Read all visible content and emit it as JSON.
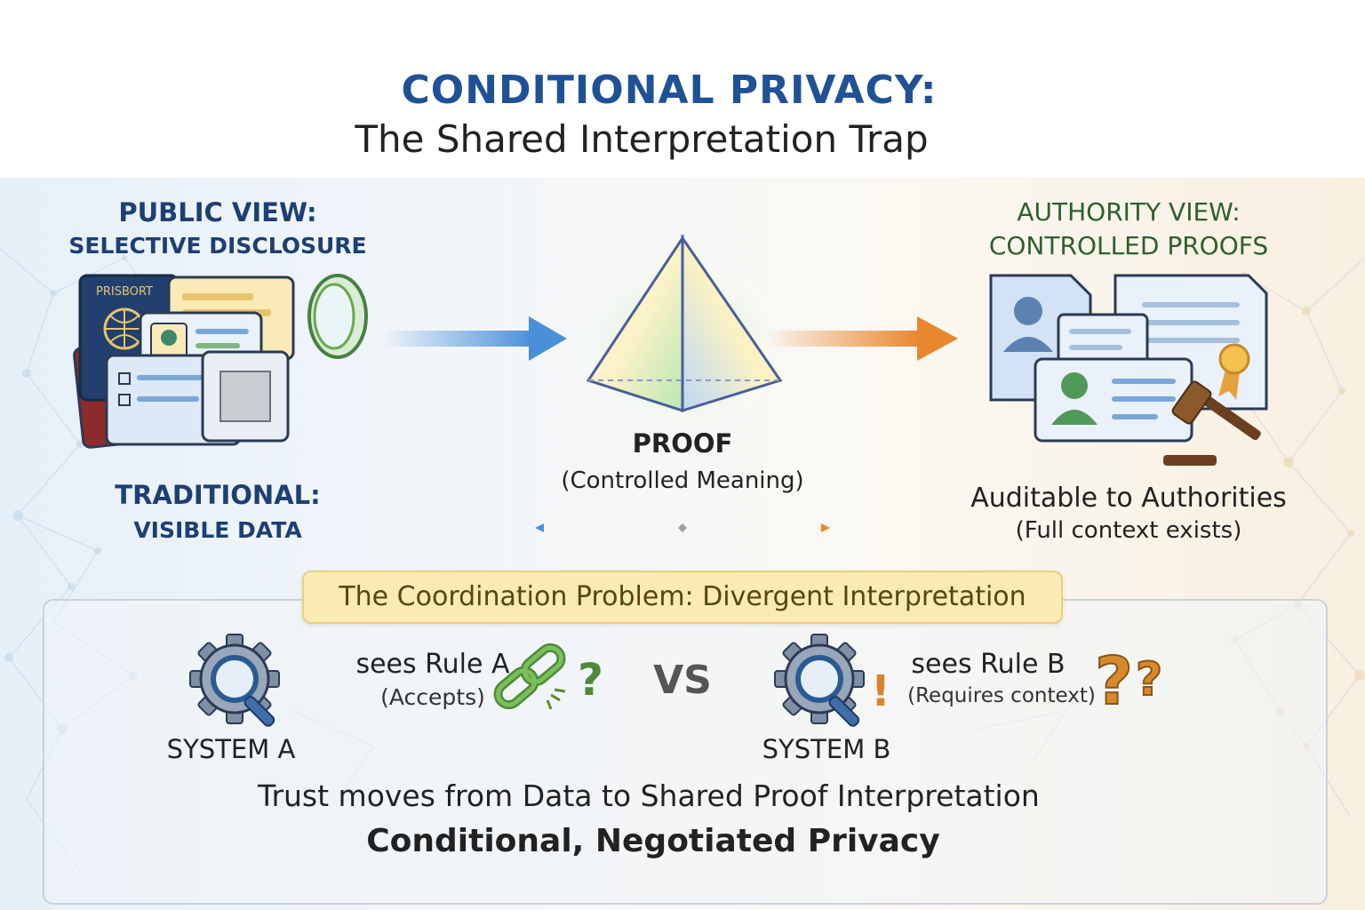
{
  "title": {
    "main": "CONDITIONAL PRIVACY:",
    "subtitle": "The Shared Interpretation Trap"
  },
  "public_view": {
    "title": "PUBLIC VIEW:",
    "subtitle": "SELECTIVE DISCLOSURE",
    "passport_text": "PRISBORT"
  },
  "traditional": {
    "title": "TRADITIONAL:",
    "subtitle": "VISIBLE DATA"
  },
  "proof": {
    "label": "PROOF",
    "sublabel": "(Controlled Meaning)"
  },
  "authority_view": {
    "title": "AUTHORITY VIEW:",
    "subtitle": "CONTROLLED PROOFS"
  },
  "auditable": {
    "title": "Auditable to Authorities",
    "subtitle": "(Full context exists)"
  },
  "coordination": {
    "banner": "The Coordination Problem: Divergent Interpretation",
    "system_a": {
      "label": "SYSTEM A",
      "rule": "sees Rule A",
      "rule_note": "(Accepts)"
    },
    "vs": "VS",
    "system_b": {
      "label": "SYSTEM B",
      "rule": "sees Rule B",
      "rule_note": "(Requires context)"
    }
  },
  "footer": {
    "line1": "Trust moves from Data to Shared Proof Interpretation",
    "line2": "Conditional, Negotiated Privacy"
  },
  "colors": {
    "title_blue": "#1f5196",
    "navy": "#1d3f74",
    "authority_green": "#2e5f2e",
    "arrow_blue": "#4a90d9",
    "arrow_orange": "#e8872e",
    "banner_yellow": "#fbeab2",
    "gear_blue": "#4f7fb3",
    "link_green": "#6aa84f",
    "question_orange": "#d88a2b"
  },
  "icons": [
    "passport-icon",
    "id-card-icon",
    "magnifier-icon",
    "prism-icon",
    "document-icon",
    "gavel-icon",
    "award-ribbon-icon",
    "gear-magnifier-icon",
    "broken-link-icon",
    "question-icon",
    "exclamation-icon"
  ]
}
